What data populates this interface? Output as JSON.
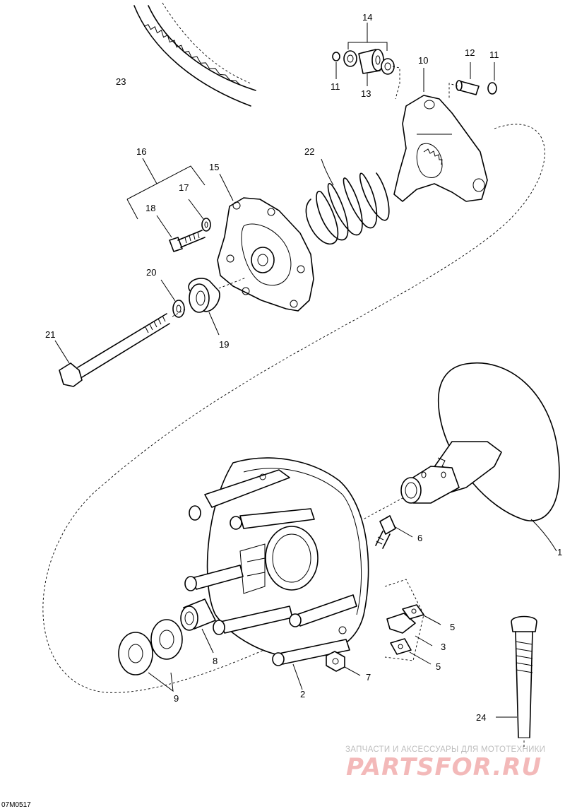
{
  "diagram": {
    "drawing_code": "07M0517",
    "callouts": {
      "c1": "1",
      "c2": "2",
      "c3": "3",
      "c5a": "5",
      "c5b": "5",
      "c6": "6",
      "c7": "7",
      "c8": "8",
      "c9": "9",
      "c10": "10",
      "c11a": "11",
      "c11b": "11",
      "c12": "12",
      "c13": "13",
      "c14": "14",
      "c15": "15",
      "c16": "16",
      "c17": "17",
      "c18": "18",
      "c19": "19",
      "c20": "20",
      "c21": "21",
      "c22": "22",
      "c23": "23",
      "c24": "24"
    }
  },
  "watermark": {
    "tagline": "ЗАПЧАСТИ И АКСЕССУАРЫ ДЛЯ МОТОТЕХНИКИ",
    "logo": "PARTSFOR.RU",
    "color": "#f3b9b9"
  }
}
